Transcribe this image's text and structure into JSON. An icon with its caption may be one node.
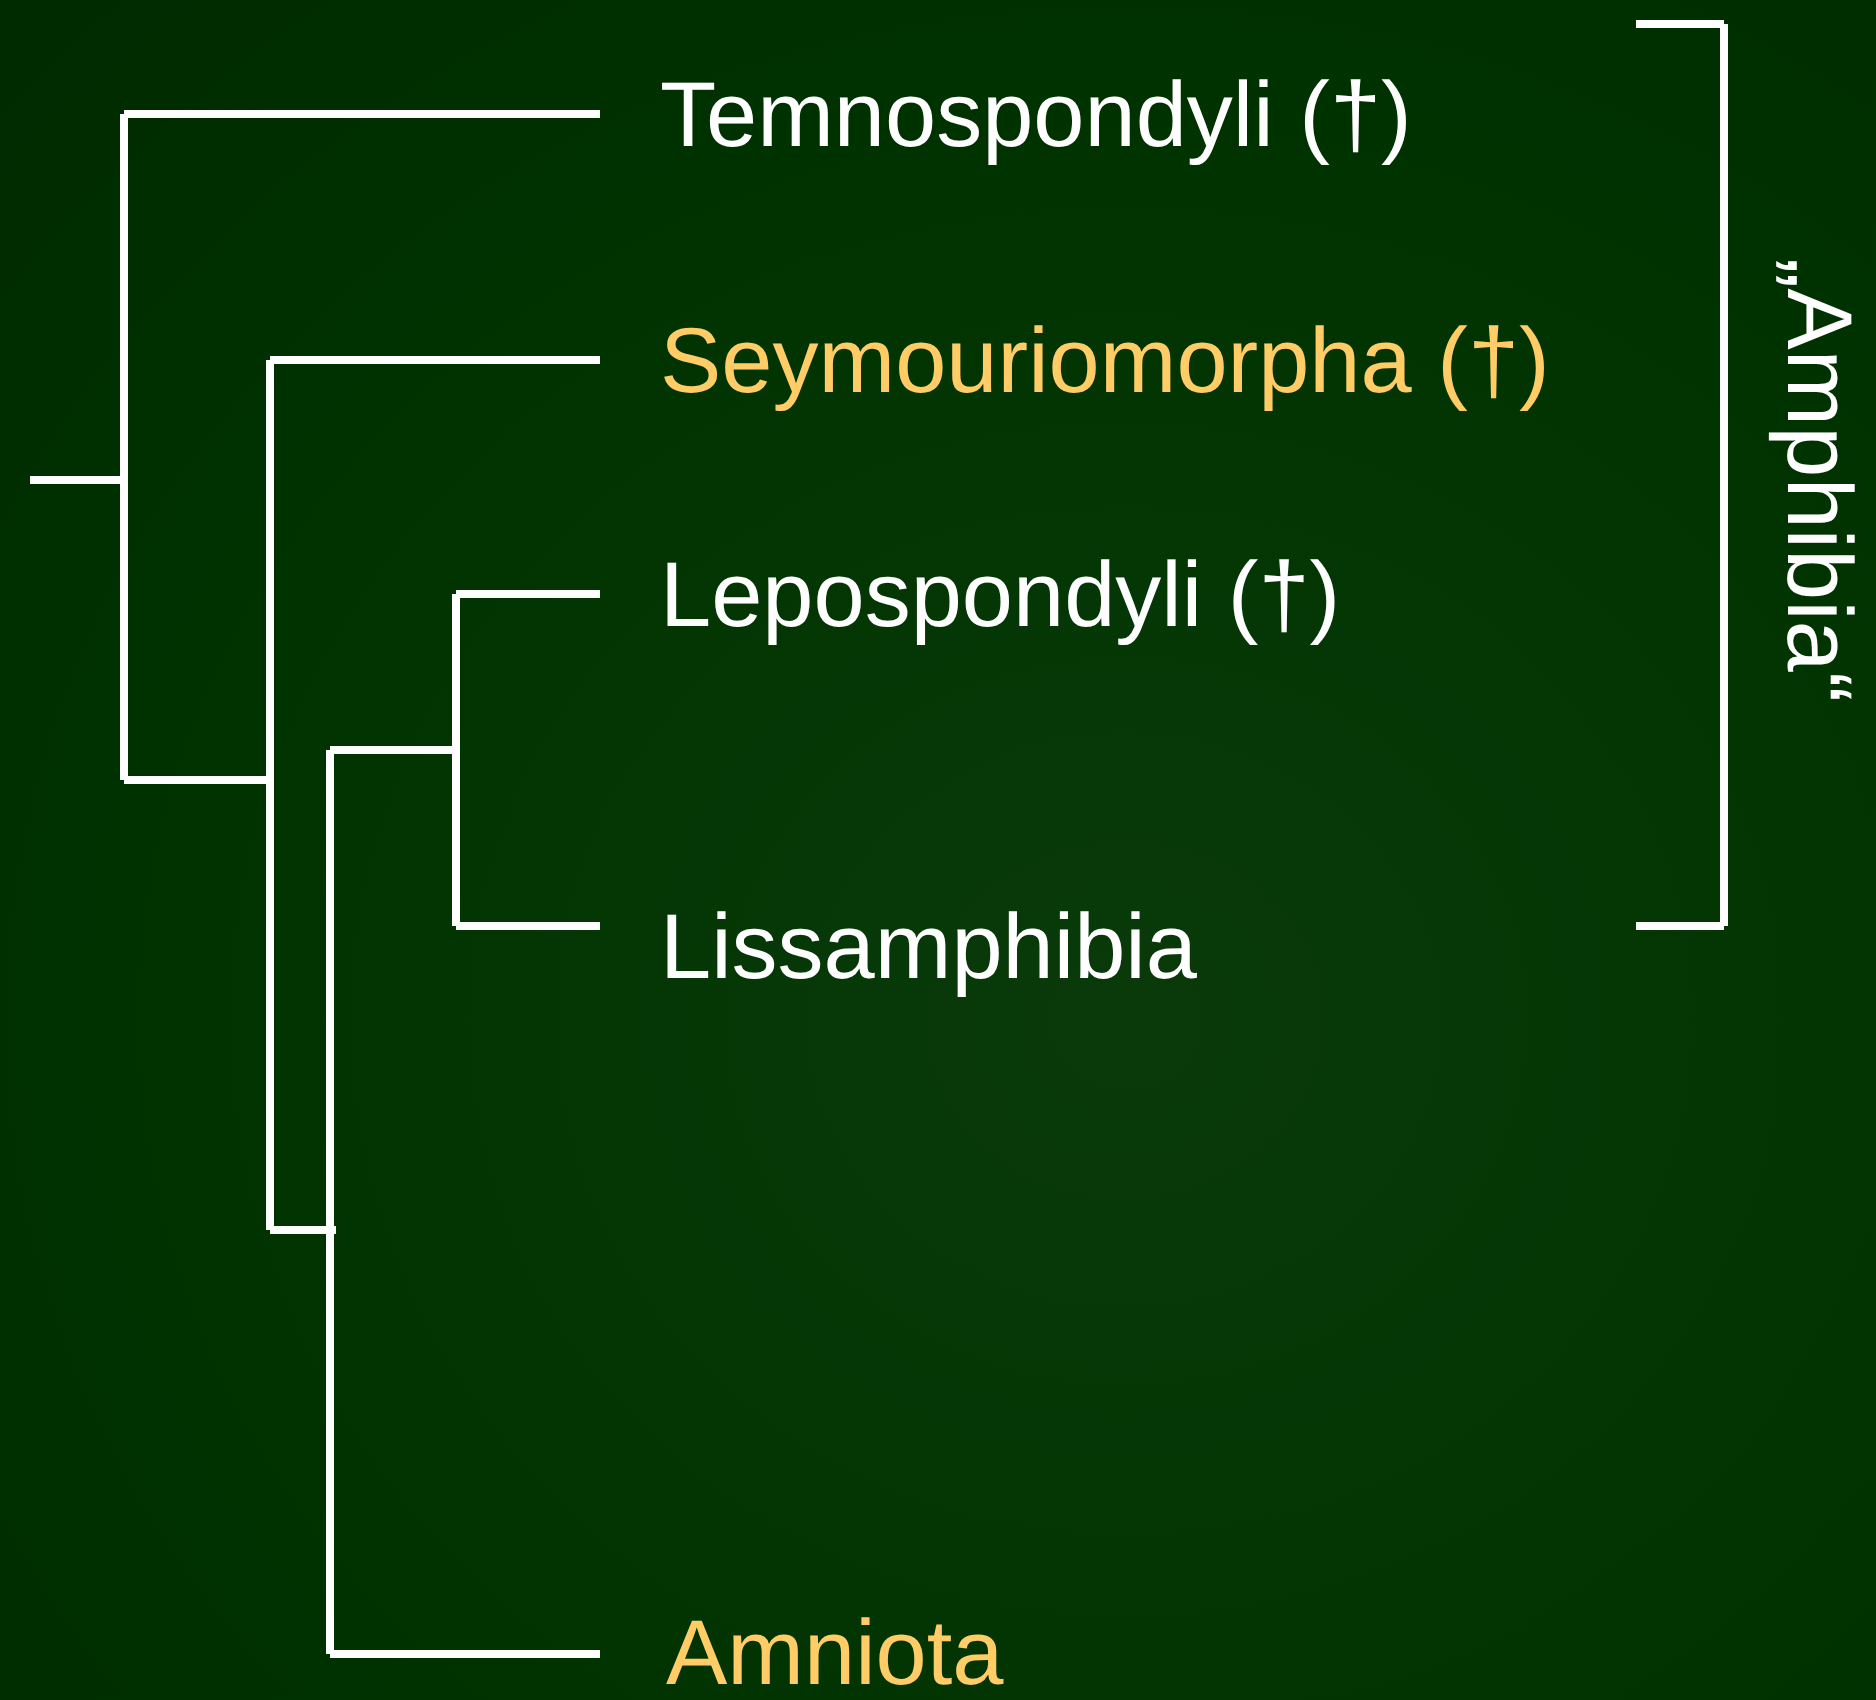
{
  "diagram": {
    "labels": [
      "Temnospondyli (†)",
      "Seymouriomorpha (†)",
      "Lepospondyli (†)",
      "Lissamphibia",
      "Amniota",
      "„Amphibia“"
    ]
  }
}
